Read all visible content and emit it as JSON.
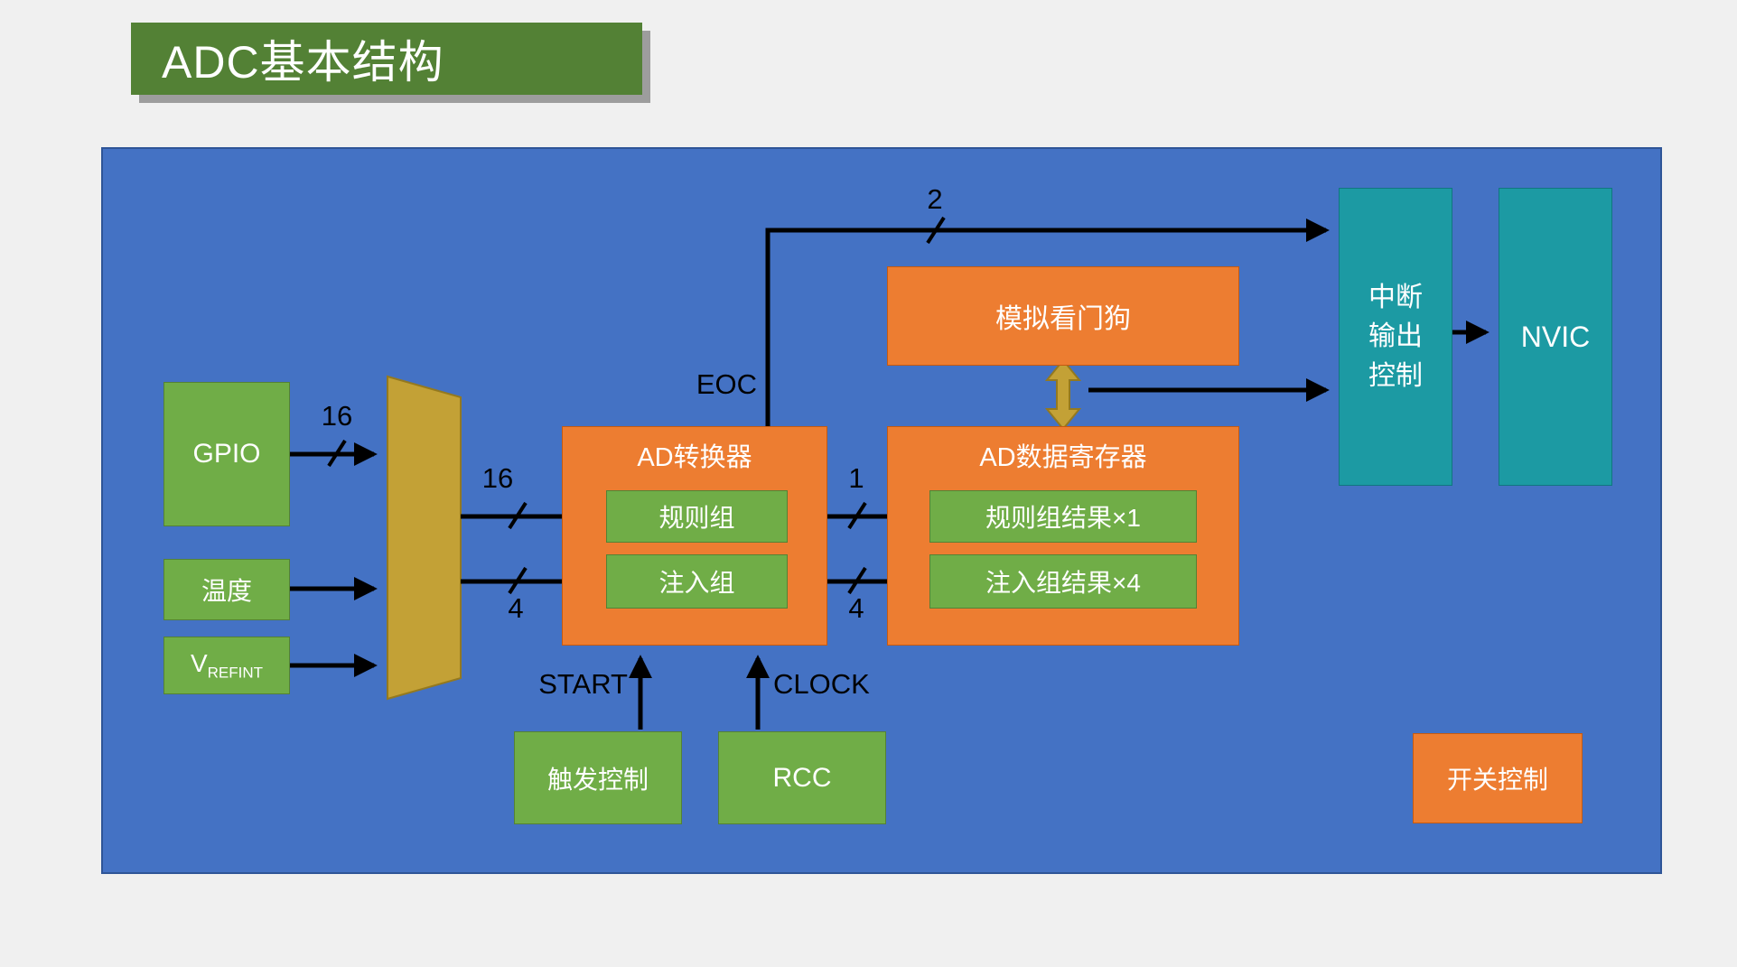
{
  "title": "ADC基本结构",
  "colors": {
    "background": "#f0f0f0",
    "panel_blue": "#4472c4",
    "green": "#70ad47",
    "orange": "#ed7d31",
    "teal": "#1c9aa3",
    "gold": "#c3a136",
    "title_green": "#538135"
  },
  "boxes": {
    "gpio": "GPIO",
    "temp": "温度",
    "vref_main": "V",
    "vref_sub": "REFINT",
    "adc_title": "AD转换器",
    "regular_group": "规则组",
    "injected_group": "注入组",
    "datareg_title": "AD数据寄存器",
    "regular_result": "规则组结果×1",
    "injected_result": "注入组结果×4",
    "watchdog": "模拟看门狗",
    "interrupt_line1": "中断",
    "interrupt_line2": "输出",
    "interrupt_line3": "控制",
    "nvic": "NVIC",
    "trigger": "触发控制",
    "rcc": "RCC",
    "switch": "开关控制"
  },
  "labels": {
    "gpio_bus": "16",
    "regular_bus_in": "16",
    "injected_bus_in": "4",
    "regular_bus_out": "1",
    "injected_bus_out": "4",
    "eoc_bus": "2",
    "eoc": "EOC",
    "start": "START",
    "clock": "CLOCK"
  }
}
